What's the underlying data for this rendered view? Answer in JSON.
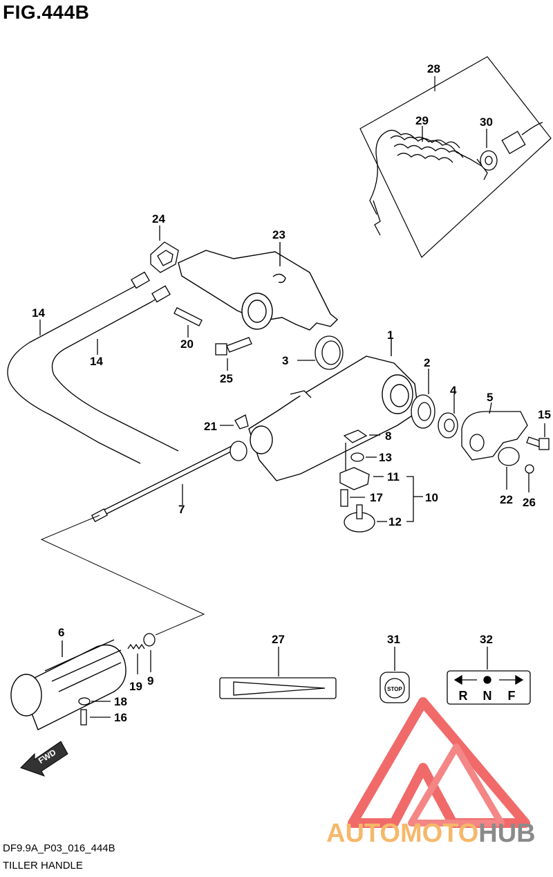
{
  "figure": {
    "title": "FIG.444B"
  },
  "footer": {
    "code": "DF9.9A_P03_016_444B",
    "name": "TILLER HANDLE"
  },
  "fwd_label": "FWD",
  "decals": {
    "stop_text": "STOP",
    "shift_letters": [
      "R",
      "N",
      "F"
    ]
  },
  "watermark": {
    "part_a": "AUTOMOTO",
    "part_b": "HUB",
    "color_a": "#f5b86a",
    "color_b": "#8a8a8a",
    "logo_color": "#f05a5a"
  },
  "callouts": [
    "1",
    "2",
    "3",
    "4",
    "5",
    "6",
    "7",
    "8",
    "9",
    "10",
    "11",
    "12",
    "13",
    "14",
    "14",
    "15",
    "16",
    "17",
    "18",
    "19",
    "20",
    "21",
    "22",
    "23",
    "24",
    "25",
    "26",
    "27",
    "28",
    "29",
    "30",
    "31",
    "32"
  ]
}
